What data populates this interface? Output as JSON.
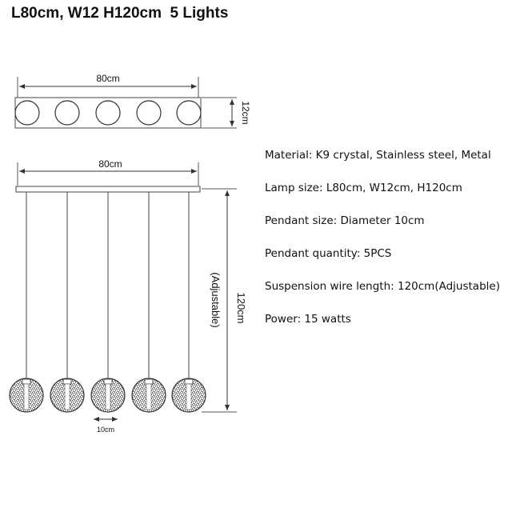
{
  "title": "L80cm, W12 H120cm  5 Lights",
  "top_view": {
    "width_label": "80cm",
    "depth_label": "12cm",
    "globe_count": 5
  },
  "front_view": {
    "width_label": "80cm",
    "height_label": "120cm",
    "height_note": "(Adjustable)",
    "diameter_label": "10cm",
    "pendant_count": 5
  },
  "specs": [
    "Material: K9 crystal, Stainless steel, Metal",
    "Lamp size: L80cm, W12cm, H120cm",
    "Pendant size: Diameter 10cm",
    "Pendant quantity: 5PCS",
    "Suspension wire length: 120cm(Adjustable)",
    "Power: 15 watts"
  ]
}
